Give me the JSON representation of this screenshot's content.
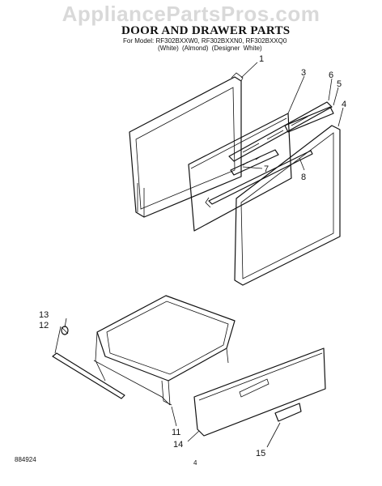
{
  "watermark": "AppliancePartsPros.com",
  "title": "DOOR AND DRAWER PARTS",
  "models_line": "For Model: RF302BXXW0, RF302BXXN0, RF302BXXQ0",
  "colors_line": "(White)   (Almond)   (Designer White)",
  "footer_code": "884924",
  "page_number": "4",
  "callouts": {
    "c1": "1",
    "c3": "3",
    "c6": "6",
    "c5": "5",
    "c4": "4",
    "c7": "7",
    "c8": "8",
    "c13": "13",
    "c12": "12",
    "c11": "11",
    "c14": "14",
    "c15": "15"
  }
}
